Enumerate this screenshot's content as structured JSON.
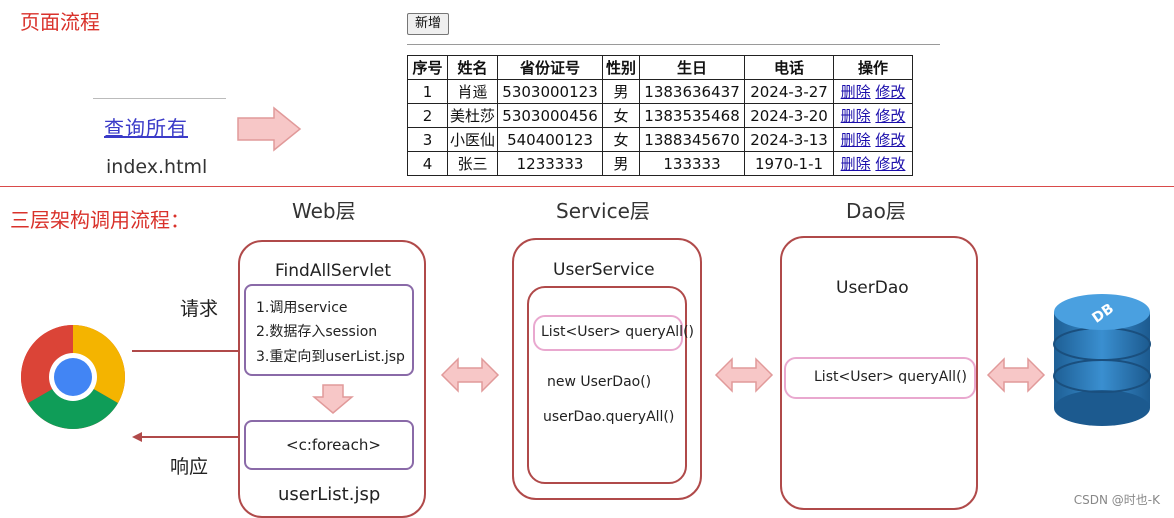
{
  "top": {
    "title": "页面流程",
    "add_button": "新增",
    "table": {
      "headers": [
        "序号",
        "姓名",
        "省份证号",
        "性别",
        "生日",
        "电话",
        "操作"
      ],
      "rows": [
        {
          "no": "1",
          "name": "肖遥",
          "id": "5303000123",
          "sex": "男",
          "birthday": "1383636437",
          "phone": "2024-3-27"
        },
        {
          "no": "2",
          "name": "美杜莎",
          "id": "5303000456",
          "sex": "女",
          "birthday": "1383535468",
          "phone": "2024-3-20"
        },
        {
          "no": "3",
          "name": "小医仙",
          "id": "540400123",
          "sex": "女",
          "birthday": "1388345670",
          "phone": "2024-3-13"
        },
        {
          "no": "4",
          "name": "张三",
          "id": "1233333",
          "sex": "男",
          "birthday": "133333",
          "phone": "1970-1-1"
        }
      ],
      "delete_label": "删除",
      "edit_label": "修改"
    },
    "query_all_link": "查询所有",
    "index_file": "index.html"
  },
  "bottom": {
    "title": "三层架构调用流程：",
    "request_label": "请求",
    "response_label": "响应",
    "web": {
      "title": "Web层",
      "servlet": "FindAllServlet",
      "steps": [
        "1.调用service",
        "2.数据存入session",
        "3.重定向到userList.jsp"
      ],
      "foreach": "<c:foreach>",
      "jsp": "userList.jsp"
    },
    "service": {
      "title": "Service层",
      "name": "UserService",
      "method": "List<User> queryAll()",
      "line1": "new UserDao()",
      "line2": "userDao.queryAll()"
    },
    "dao": {
      "title": "Dao层",
      "name": "UserDao",
      "method": "List<User> queryAll()"
    },
    "db_label": "DB"
  },
  "watermark": "CSDN @时也-K",
  "colors": {
    "title_red": "#d9322b",
    "box_border": "#b04a4a",
    "inner_purple": "#8a6aa8",
    "pill_pink": "#e9a8cf",
    "arrow_fill": "#f7c7c7",
    "arrow_stroke": "#e19a9a",
    "link_blue": "#1a0dab",
    "db_blue": "#2f79b8"
  },
  "icons": [
    "chrome-browser-icon",
    "database-icon",
    "right-arrow-icon",
    "down-arrow-icon",
    "double-arrow-icon"
  ]
}
